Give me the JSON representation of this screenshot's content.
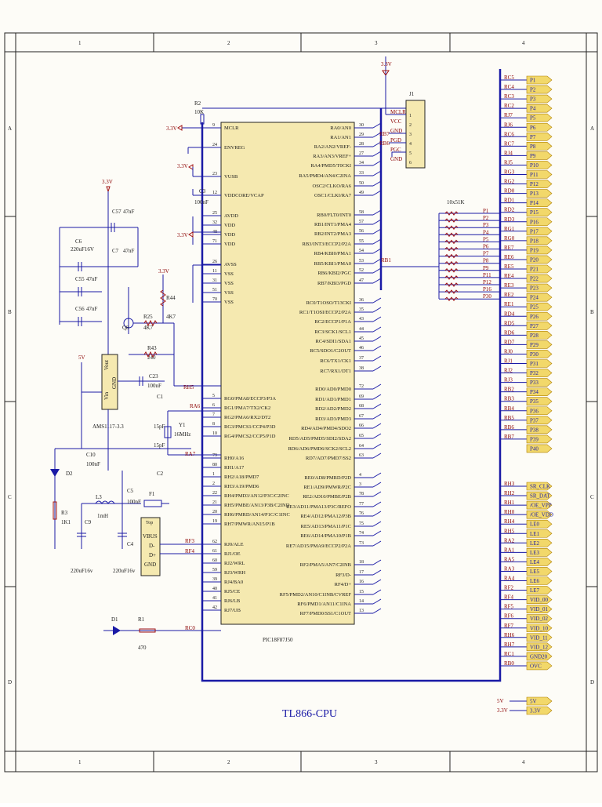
{
  "frame": {
    "columns": [
      "1",
      "2",
      "3",
      "4"
    ],
    "rows": [
      "A",
      "B",
      "C",
      "D"
    ]
  },
  "title": "TL866-CPU",
  "mcu": {
    "part": "PIC18F87J50",
    "left_pins": [
      {
        "num": "9",
        "name": "MCLR"
      },
      {
        "num": "24",
        "name": "ENVREG"
      },
      {
        "num": "23",
        "name": "VUSB"
      },
      {
        "num": "12",
        "name": "VDDCORE/VCAP"
      },
      {
        "num": "25",
        "name": "AVDD"
      },
      {
        "num": "32",
        "name": "VDD"
      },
      {
        "num": "48",
        "name": "VDD"
      },
      {
        "num": "71",
        "name": "VDD"
      },
      {
        "num": "26",
        "name": "AVSS"
      },
      {
        "num": "11",
        "name": "VSS"
      },
      {
        "num": "31",
        "name": "VSS"
      },
      {
        "num": "51",
        "name": "VSS"
      },
      {
        "num": "70",
        "name": "VSS"
      },
      {
        "num": "5",
        "name": "RG0/PMA8/ECCP3/P3A"
      },
      {
        "num": "6",
        "name": "RG1/PMA7/TX2/CK2"
      },
      {
        "num": "7",
        "name": "RG2/PMA6/RX2/DT2"
      },
      {
        "num": "8",
        "name": "RG3/PMCS1/CCP4/P3D"
      },
      {
        "num": "10",
        "name": "RG4/PMCS2/CCP5/P1D"
      },
      {
        "num": "79",
        "name": "RH0/A16"
      },
      {
        "num": "80",
        "name": "RH1/A17"
      },
      {
        "num": "1",
        "name": "RH2/A18/PMD7"
      },
      {
        "num": "2",
        "name": "RH3/A19/PMD6"
      },
      {
        "num": "22",
        "name": "RH4/PMD3/AN12/P3C/C2INC"
      },
      {
        "num": "21",
        "name": "RH5/PMBE/AN13/P3B/C2IND"
      },
      {
        "num": "20",
        "name": "RH6/PMRD/AN14/P1C/C1INC"
      },
      {
        "num": "19",
        "name": "RH7/PMWR/AN15/P1B"
      },
      {
        "num": "62",
        "name": "RJ0/ALE"
      },
      {
        "num": "61",
        "name": "RJ1/OE"
      },
      {
        "num": "60",
        "name": "RJ2/WRL"
      },
      {
        "num": "59",
        "name": "RJ3/WRH"
      },
      {
        "num": "39",
        "name": "RJ4/BA0"
      },
      {
        "num": "40",
        "name": "RJ5/CE"
      },
      {
        "num": "41",
        "name": "RJ6/LB"
      },
      {
        "num": "42",
        "name": "RJ7/UB"
      }
    ],
    "right_pins": [
      {
        "num": "30",
        "name": "RA0/AN0"
      },
      {
        "num": "29",
        "name": "RA1/AN1"
      },
      {
        "num": "28",
        "name": "RA2/AN2/VREF-"
      },
      {
        "num": "27",
        "name": "RA3/AN3/VREF+"
      },
      {
        "num": "34",
        "name": "RA4/PMD5/T0CKI"
      },
      {
        "num": "33",
        "name": "RA5/PMD4/AN4/C2INA"
      },
      {
        "num": "50",
        "name": "OSC2/CLKO/RA6"
      },
      {
        "num": "49",
        "name": "OSC1/CLKI/RA7"
      },
      {
        "num": "58",
        "name": "RB0/FLT0/INT0"
      },
      {
        "num": "57",
        "name": "RB1/INT1/PMA4"
      },
      {
        "num": "56",
        "name": "RB2/INT2/PMA3"
      },
      {
        "num": "55",
        "name": "RB3/INT3/ECCP2/P2A"
      },
      {
        "num": "54",
        "name": "RB4/KBI0/PMA1"
      },
      {
        "num": "53",
        "name": "RB5/KBI1/PMA0"
      },
      {
        "num": "52",
        "name": "RB6/KBI2/PGC"
      },
      {
        "num": "47",
        "name": "RB7/KBI3/PGD"
      },
      {
        "num": "36",
        "name": "RC0/T1OSO/T13CKI"
      },
      {
        "num": "35",
        "name": "RC1/T1OSI/ECCP2/P2A"
      },
      {
        "num": "43",
        "name": "RC2/ECCP1/P1A"
      },
      {
        "num": "44",
        "name": "RC3/SCK1/SCL1"
      },
      {
        "num": "45",
        "name": "RC4/SDI1/SDA1"
      },
      {
        "num": "46",
        "name": "RC5/SDO1/C2OUT"
      },
      {
        "num": "37",
        "name": "RC6/TX1/CK1"
      },
      {
        "num": "38",
        "name": "RC7/RX1/DT1"
      },
      {
        "num": "72",
        "name": "RD0/AD0/PMD0"
      },
      {
        "num": "69",
        "name": "RD1/AD1/PMD1"
      },
      {
        "num": "68",
        "name": "RD2/AD2/PMD2"
      },
      {
        "num": "67",
        "name": "RD3/AD3/PMD3"
      },
      {
        "num": "66",
        "name": "RD4/AD4/PMD4/SDO2"
      },
      {
        "num": "65",
        "name": "RD5/AD5/PMD5/SDI2/SDA2"
      },
      {
        "num": "64",
        "name": "RD6/AD6/PMD6/SCK2/SCL2"
      },
      {
        "num": "63",
        "name": "RD7/AD7/PMD7/SS2"
      },
      {
        "num": "4",
        "name": "RE0/AD8/PMRD/P2D"
      },
      {
        "num": "3",
        "name": "RE1/AD9/PMWR/P2C"
      },
      {
        "num": "78",
        "name": "RE2/AD10/PMBE/P2B"
      },
      {
        "num": "77",
        "name": "RE3/AD11/PMA13/P3C/REFO"
      },
      {
        "num": "76",
        "name": "RE4/AD12/PMA12/P3B"
      },
      {
        "num": "75",
        "name": "RE5/AD13/PMA11/P1C"
      },
      {
        "num": "74",
        "name": "RE6/AD14/PMA10/P1B"
      },
      {
        "num": "73",
        "name": "RE7/AD15/PMA9/ECCP2/P2A"
      },
      {
        "num": "18",
        "name": "RF2/PMA5/AN7/C2INB"
      },
      {
        "num": "17",
        "name": "RF3/D-"
      },
      {
        "num": "16",
        "name": "RF4/D+"
      },
      {
        "num": "15",
        "name": "RF5/PMD2/AN10/C1INB/CVREF"
      },
      {
        "num": "14",
        "name": "RF6/PMD1/AN11/C1INA"
      },
      {
        "num": "13",
        "name": "RF7/PMD0/SS1/C1OUT"
      }
    ]
  },
  "bus_net_top": [
    "RC5",
    "RC4",
    "RC3",
    "RC2",
    "RJ7",
    "RJ6",
    "RC6",
    "RC7",
    "RJ4",
    "RJ5",
    "RG3",
    "RG2",
    "RD0",
    "RD1",
    "RD2",
    "RD3",
    "RG1",
    "RG0",
    "RE7",
    "RE6",
    "RE5",
    "RE4",
    "RE3",
    "RE2",
    "RE1",
    "RD4",
    "RD5",
    "RD6",
    "RD7",
    "RJ0",
    "RJ1",
    "RJ2",
    "RJ3",
    "RB2",
    "RB3",
    "RB4",
    "RB5",
    "RB6",
    "RB7"
  ],
  "ports_top": [
    "P1",
    "P2",
    "P3",
    "P4",
    "P5",
    "P6",
    "P7",
    "P8",
    "P9",
    "P10",
    "P11",
    "P12",
    "P13",
    "P14",
    "P15",
    "P16",
    "P17",
    "P18",
    "P19",
    "P20",
    "P21",
    "P22",
    "P23",
    "P24",
    "P25",
    "P26",
    "P27",
    "P28",
    "P29",
    "P30",
    "P31",
    "P32",
    "P33",
    "P34",
    "P35",
    "P36",
    "P37",
    "P38",
    "P39",
    "P40"
  ],
  "bus_net_bottom": [
    "RH3",
    "RH2",
    "RH1",
    "RH0",
    "RH4",
    "RH5",
    "RA2",
    "RA1",
    "RA5",
    "RA3",
    "RA4",
    "RF2",
    "RF4",
    "RF5",
    "RF6",
    "RF7",
    "RH6",
    "RH7",
    "RC1",
    "RB0"
  ],
  "ports_bottom": [
    "SR_CLK",
    "SR_DAT",
    "/OE_VPP",
    "/OE_VDD",
    "LE0",
    "LE1",
    "LE2",
    "LE3",
    "LE4",
    "LE5",
    "LE6",
    "LE7",
    "VID_00",
    "VID_01",
    "VID_02",
    "VID_10",
    "VID_11",
    "VID_12",
    "GND20",
    "OVC"
  ],
  "pullup": {
    "label": "10x51K",
    "nets": [
      "P1",
      "P2",
      "P3",
      "P4",
      "P5",
      "P6",
      "P7",
      "P8",
      "P9",
      "P11",
      "P12",
      "P16",
      "P30"
    ],
    "bus": "RB1"
  },
  "power_ports": [
    {
      "net": "5V",
      "port": "5V"
    },
    {
      "net": "3.3V",
      "port": "3.3V"
    }
  ],
  "connector": {
    "ref": "J1",
    "pins": [
      "1",
      "2",
      "3",
      "4",
      "5",
      "6"
    ],
    "nets": [
      "MCLR",
      "VCC",
      "GND",
      "PGD",
      "PGC",
      "GND"
    ],
    "wires": [
      "RB7",
      "RB6"
    ]
  },
  "regulator": {
    "pins": [
      "Vin",
      "Vout",
      "GND"
    ],
    "part": "AMS1117-3.3"
  },
  "usb": {
    "tag": "Top",
    "pins": [
      "VBUS",
      "D-",
      "D+",
      "GND"
    ]
  },
  "components": {
    "R2": {
      "ref": "R2",
      "value": "10K"
    },
    "C3": {
      "ref": "C3",
      "value": "100nF"
    },
    "C57": {
      "ref": "C57",
      "value": "47nF"
    },
    "C6": {
      "ref": "C6",
      "value": "220uF16V"
    },
    "C7": {
      "ref": "C7",
      "value": "47nF"
    },
    "C55": {
      "ref": "C55",
      "value": "47nF"
    },
    "C56": {
      "ref": "C56",
      "value": "47nF"
    },
    "Q8": {
      "ref": "Q8"
    },
    "R25": {
      "ref": "R25",
      "value": "4K7"
    },
    "R44": {
      "ref": "R44",
      "value": "4K7"
    },
    "R43": {
      "ref": "R43",
      "value": "240"
    },
    "C23": {
      "ref": "C23",
      "value": "100nF"
    },
    "C1": {
      "ref": "C1",
      "value": "15pF"
    },
    "C2": {
      "ref": "C2",
      "value": "15pF"
    },
    "Y1": {
      "ref": "Y1",
      "value": "16MHz"
    },
    "C10": {
      "ref": "C10",
      "value": "100nF"
    },
    "D2": {
      "ref": "D2"
    },
    "R3": {
      "ref": "R3",
      "value": "1K1"
    },
    "L3": {
      "ref": "L3",
      "value": "1mH"
    },
    "C5": {
      "ref": "C5",
      "value": "100nF"
    },
    "C9": {
      "ref": "C9",
      "value": "220uF16v"
    },
    "C4": {
      "ref": "C4",
      "value": "220uF16v"
    },
    "F1": {
      "ref": "F1"
    },
    "D1": {
      "ref": "D1"
    },
    "R1": {
      "ref": "R1",
      "value": "470"
    }
  },
  "net_labels": {
    "v33": "3.3V",
    "v5": "5V",
    "rh5": "RH5",
    "ra6": "RA6",
    "ra7": "RA7",
    "rf3": "RF3",
    "rf4": "RF4",
    "rc0": "RC0"
  }
}
